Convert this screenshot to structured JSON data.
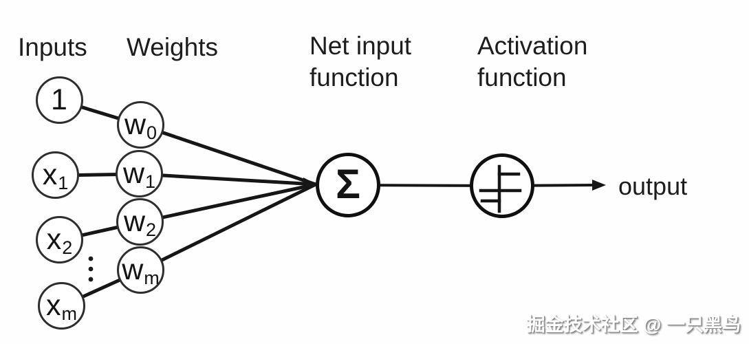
{
  "headers": {
    "inputs": "Inputs",
    "weights": "Weights",
    "net_input_function": "Net input function",
    "activation_function": "Activation function"
  },
  "nodes": {
    "inputs": [
      {
        "main": "1",
        "sub": ""
      },
      {
        "main": "x",
        "sub": "1"
      },
      {
        "main": "x",
        "sub": "2"
      },
      {
        "main": "x",
        "sub": "m"
      }
    ],
    "weights": [
      {
        "main": "w",
        "sub": "0"
      },
      {
        "main": "w",
        "sub": "1"
      },
      {
        "main": "w",
        "sub": "2"
      },
      {
        "main": "w",
        "sub": "m"
      }
    ],
    "sum_symbol": "Σ"
  },
  "icons": {
    "activation": "step-function-icon",
    "ellipsis": "vertical-ellipsis"
  },
  "output_label": "output",
  "watermark": "掘金技术社区 @ 一只黑鸟",
  "colors": {
    "ink": "#161616",
    "background": "#fefefe",
    "watermark_text": "#ffffff",
    "watermark_shadow": "#8a8a8a"
  }
}
